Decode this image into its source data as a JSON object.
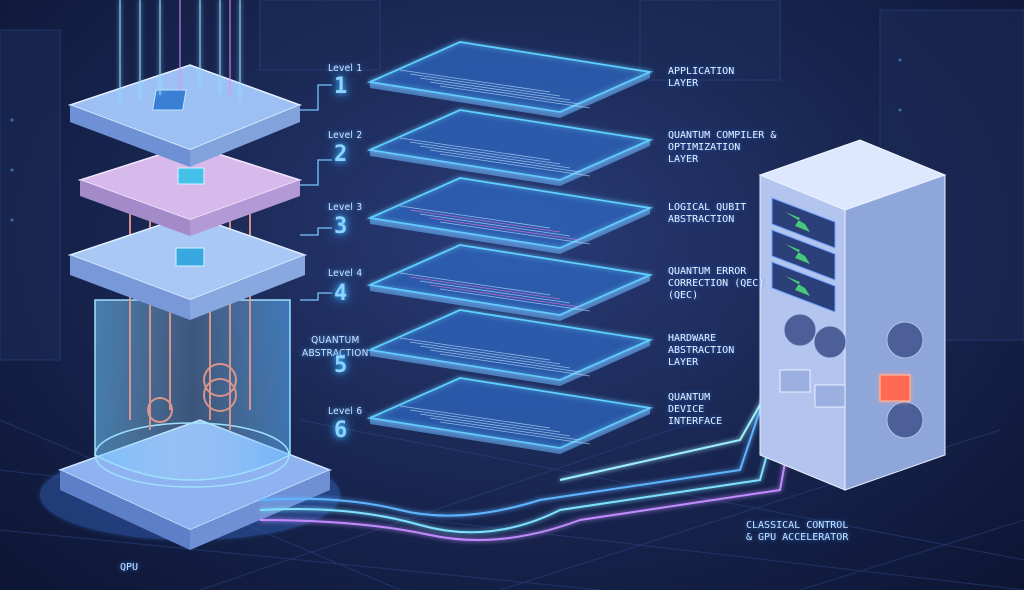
{
  "levels": [
    {
      "title": "Level 1",
      "number": "1",
      "layer": "APPLICATION\nLAYER"
    },
    {
      "title": "Level 2",
      "number": "2",
      "layer": "QUANTUM COMPILER &\nOPTIMIZATION\nLAYER"
    },
    {
      "title": "Level 3",
      "number": "3",
      "layer": "LOGICAL QUBIT\nABSTRACTION"
    },
    {
      "title": "Level 4",
      "number": "4",
      "layer": "QUANTUM ERROR\nCORRECTION (QEC)\n(QEC)"
    },
    {
      "title": "QUANTUM\nABSTRACTION",
      "number": "5",
      "layer": "HARDWARE\nABSTRACTION\nLAYER"
    },
    {
      "title": "Level 6",
      "number": "6",
      "layer": "QUANTUM\nDEVICE\nINTERFACE"
    }
  ],
  "qpu_label": "QPU",
  "classical_label": "CLASSICAL CONTROL\n& GPU ACCELERATOR",
  "colors": {
    "glow": "#5fd0ff",
    "panel": "#3a7fd8",
    "accent": "#ff6fd8",
    "server": "#c9d9f5"
  }
}
